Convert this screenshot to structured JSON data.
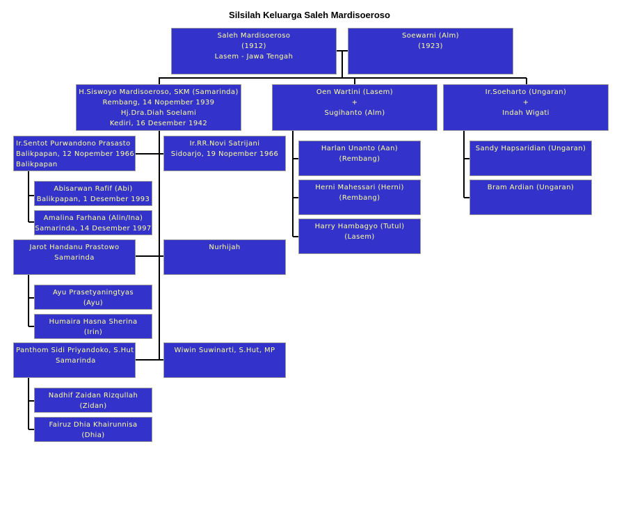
{
  "title": "Silsilah Keluarga Saleh Mardisoeroso",
  "people": {
    "saleh": [
      "Saleh Mardisoeroso",
      "(1912)",
      "Lasem - Jawa Tengah"
    ],
    "soewarni": [
      "Soewarni (Alm)",
      "(1923)"
    ],
    "siswoyo": [
      "H.Siswoyo Mardisoeroso, SKM (Samarinda)",
      "Rembang, 14 Nopember 1939",
      "Hj.Dra.Diah Soelami",
      "Kediri, 16 Desember 1942"
    ],
    "oen": [
      "Oen Wartini (Lasem)",
      "+",
      "Sugihanto (Alm)"
    ],
    "soeharto": [
      "Ir.Soeharto (Ungaran)",
      "+",
      "Indah Wigati"
    ],
    "sentot": [
      "Ir.Sentot Purwandono Prasasto",
      "Balikpapan, 12 Nopember 1966",
      "Balikpapan"
    ],
    "novi": [
      "Ir.RR.Novi Satrijani",
      "Sidoarjo, 19 Nopember 1966"
    ],
    "abisarwan": [
      "Abisarwan Rafif (Abi)",
      "Balikpapan, 1 Desember 1993"
    ],
    "amalina": [
      "Amalina Farhana (Alin/Ina)",
      "Samarinda, 14 Desember 1997"
    ],
    "jarot": [
      "Jarot Handanu Prastowo",
      "Samarinda"
    ],
    "nurhijah": [
      "Nurhijah"
    ],
    "ayu": [
      "Ayu Prasetyaningtyas",
      "(Ayu)"
    ],
    "humaira": [
      "Humaira Hasna Sherina",
      "(Irin)"
    ],
    "panthom": [
      "Panthom Sidi Priyandoko, S.Hut",
      "Samarinda"
    ],
    "wiwin": [
      "Wiwin Suwinarti, S.Hut, MP"
    ],
    "nadhif": [
      "Nadhif Zaidan Rizqullah",
      "(Zidan)"
    ],
    "fairuz": [
      "Fairuz Dhia Khairunnisa",
      "(Dhia)"
    ],
    "harlan": [
      "Harlan Unanto (Aan)",
      "(Rembang)"
    ],
    "herni": [
      "Herni Mahessari (Herni)",
      "(Rembang)"
    ],
    "harry": [
      "Harry Hambagyo (Tutul)",
      "(Lasem)"
    ],
    "sandy": [
      "Sandy Hapsaridian (Ungaran)"
    ],
    "bram": [
      "Bram Ardian (Ungaran)"
    ]
  }
}
